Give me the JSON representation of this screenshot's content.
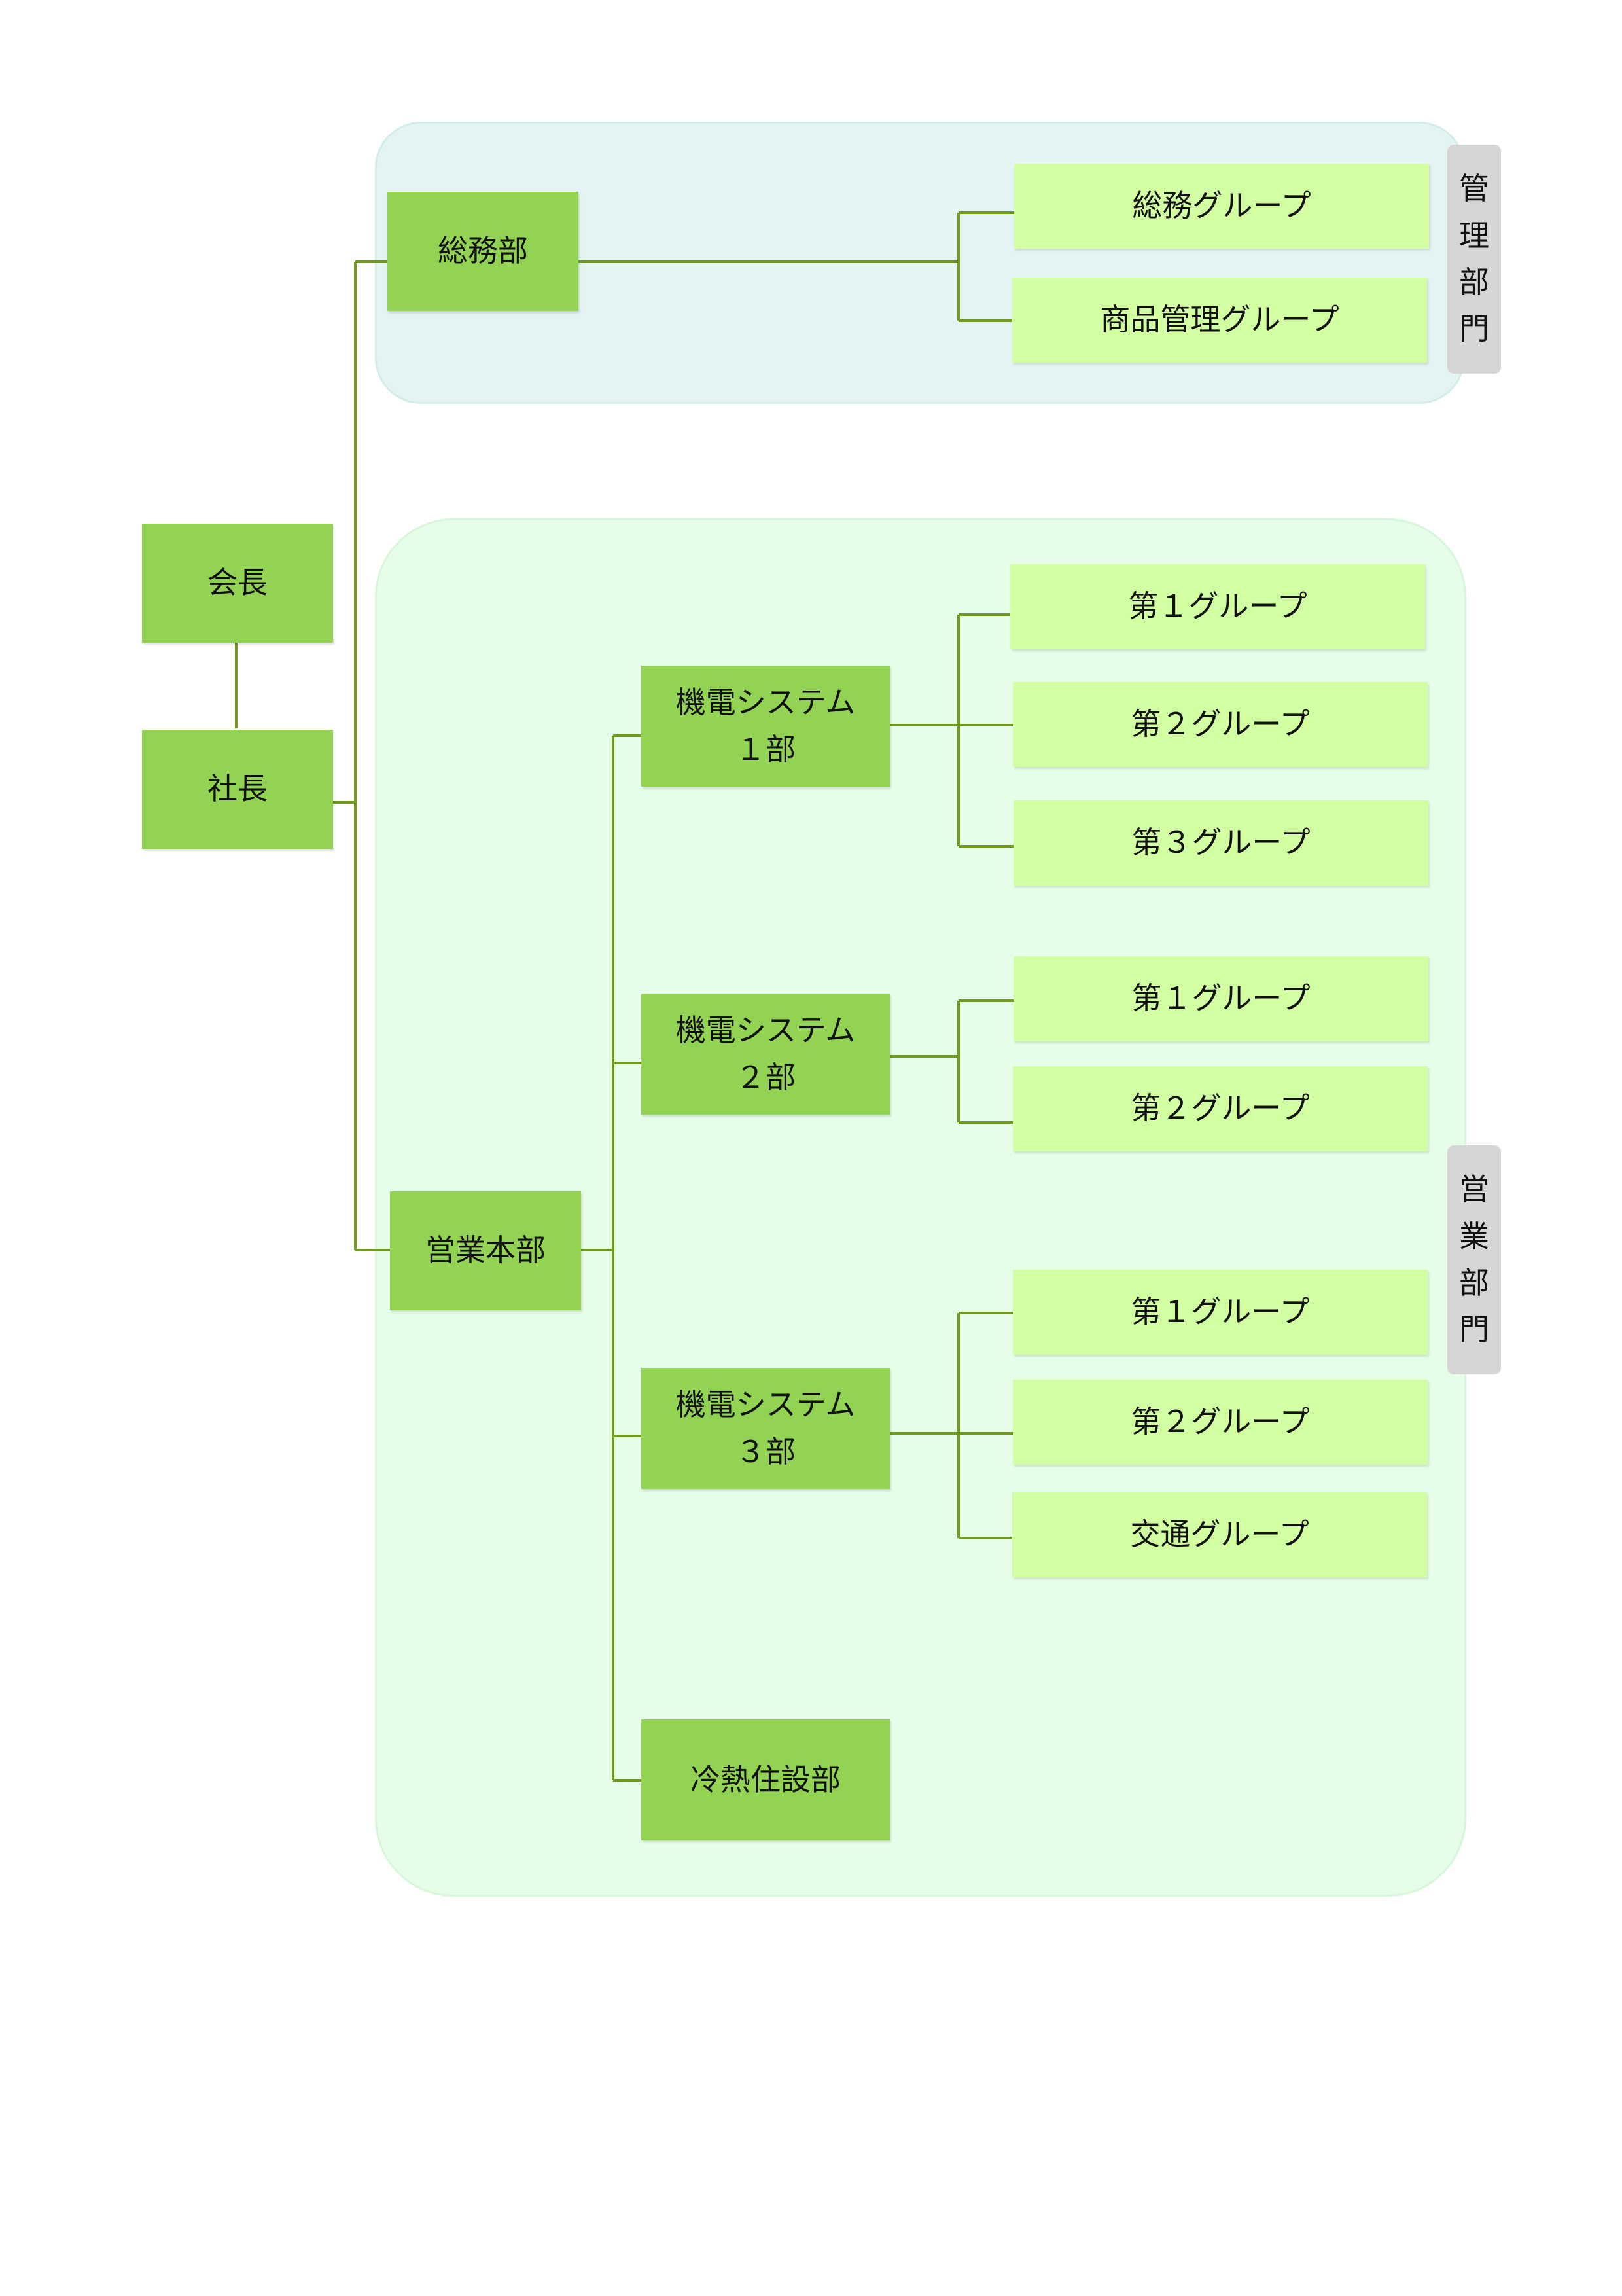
{
  "divisions": {
    "admin": {
      "label": "管\n理\n部\n門"
    },
    "sales": {
      "label": "営\n業\n部\n門"
    }
  },
  "nodes": {
    "chairman": "会長",
    "president": "社長",
    "general_affairs": "総務部",
    "ga_group": "総務グループ",
    "product_mgmt_group": "商品管理グループ",
    "sales_hq": "営業本部",
    "kiden1": "機電システム\n１部",
    "kiden1_g1": "第１グループ",
    "kiden1_g2": "第２グループ",
    "kiden1_g3": "第３グループ",
    "kiden2": "機電システム\n２部",
    "kiden2_g1": "第１グループ",
    "kiden2_g2": "第２グループ",
    "kiden3": "機電システム\n３部",
    "kiden3_g1": "第１グループ",
    "kiden3_g2": "第２グループ",
    "kiden3_traffic": "交通グループ",
    "reinetsu": "冷熱住設部"
  },
  "colors": {
    "node_dark": "#92d353",
    "node_light": "#d2ffa1",
    "connector": "#6f9a1c",
    "region_admin": "#e3f4f2",
    "region_sales": "#e6fde8",
    "side_label": "#d6d6d6"
  }
}
